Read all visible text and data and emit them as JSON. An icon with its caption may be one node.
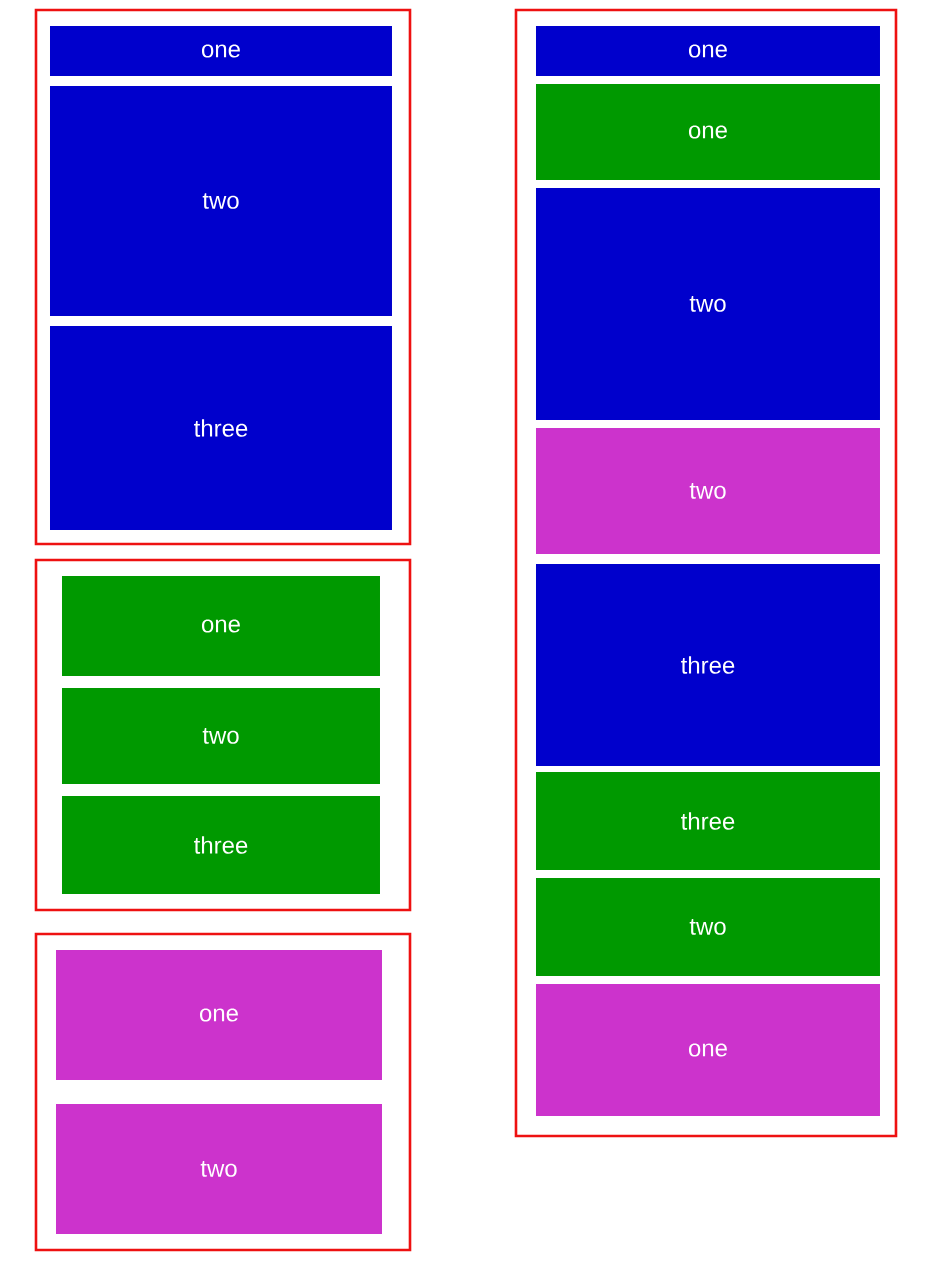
{
  "diagram": {
    "nodes": [
      {
        "text": [],
        "shape": "box"
      },
      {
        "text": [
          "one"
        ],
        "in": 0
      },
      {
        "text": [
          "two"
        ],
        "in": 0
      },
      {
        "text": [
          "three"
        ],
        "in": 0
      },
      {
        "text": [],
        "shape": "box"
      },
      {
        "text": [
          "one"
        ],
        "in": 4
      },
      {
        "text": [
          "two"
        ],
        "in": 4
      },
      {
        "text": [
          "three"
        ],
        "in": 4
      },
      {
        "text": [],
        "shape": "box"
      },
      {
        "text": [
          "one"
        ],
        "in": 8
      },
      {
        "text": [
          "two"
        ],
        "in": 8
      },
      {
        "text": [],
        "shape": "box"
      },
      {
        "text": [
          "one"
        ],
        "in": 11
      },
      {
        "text": [
          "one"
        ],
        "in": 11
      },
      {
        "text": [
          "two"
        ],
        "in": 11
      },
      {
        "text": [
          "two"
        ],
        "in": 11
      },
      {
        "text": [
          "three"
        ],
        "in": 11
      },
      {
        "text": [
          "three"
        ],
        "in": 11
      },
      {
        "text": [
          "two"
        ],
        "in": 11
      },
      {
        "text": [
          "one"
        ],
        "in": 11
      }
    ]
  }
}
